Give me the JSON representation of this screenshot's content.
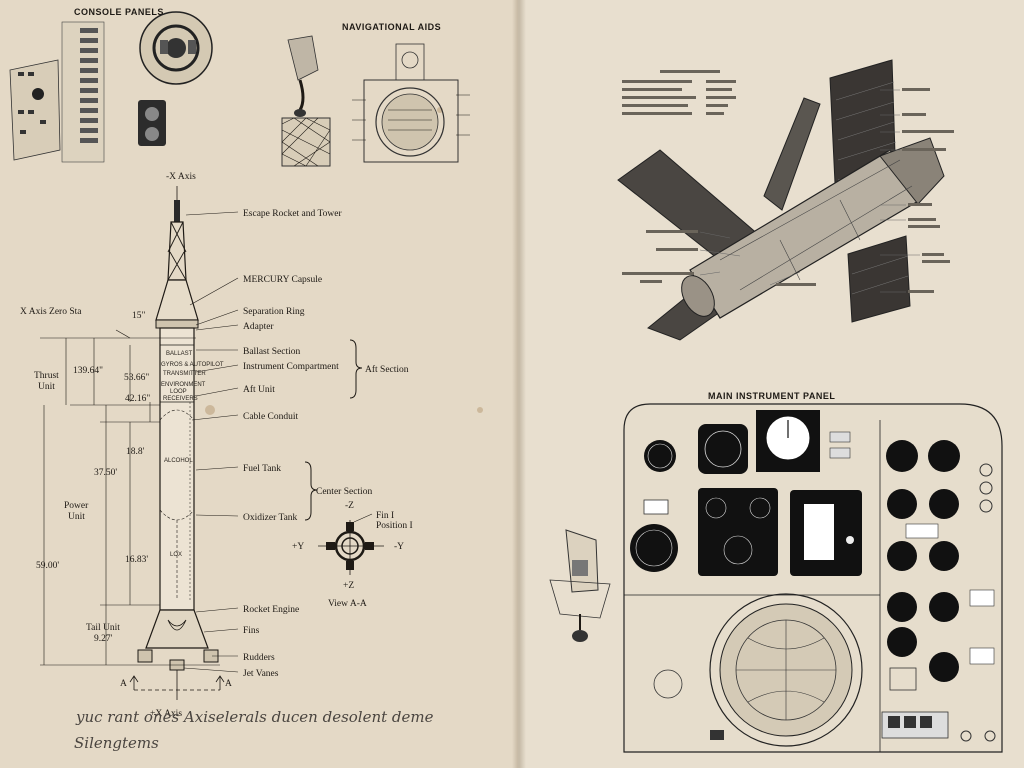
{
  "titles": {
    "console_panels": "CONSOLE PANELS",
    "navigational_aids": "NAVIGATIONAL AIDS",
    "main_instrument_panel": "MAIN INSTRUMENT PANEL"
  },
  "rocket": {
    "axis_top": "-X Axis",
    "axis_bottom": "+X Axis",
    "section_mark_left": "A",
    "section_mark_right": "A",
    "callouts": [
      "Escape Rocket and Tower",
      "MERCURY Capsule",
      "Separation Ring",
      "Adapter",
      "Ballast Section",
      "Instrument Compartment",
      "Aft Unit",
      "Cable Conduit",
      "Fuel Tank",
      "Oxidizer Tank",
      "Rocket Engine",
      "Fins",
      "Rudders",
      "Jet Vanes"
    ],
    "groups": {
      "aft_section": "Aft Section",
      "center_section": "Center Section"
    },
    "left_labels": {
      "x_axis_zero": "X Axis Zero Sta",
      "thrust_unit": [
        "Thrust",
        "Unit"
      ],
      "power_unit": [
        "Power",
        "Unit"
      ],
      "tail_unit": "Tail Unit"
    },
    "dimensions": {
      "d15": "15\"",
      "d139": "139.64\"",
      "d53": "53.66\"",
      "d42": "42.16\"",
      "d18": "18.8'",
      "d37": "37.50'",
      "d16": "16.83'",
      "d59": "59.00'",
      "d9": "9.27'"
    },
    "inner_labels": {
      "ballast": "BALLAST",
      "compartment": [
        "GYROS & AUTOPILOT",
        "TRANSMITTER",
        "ENVIRONMENT",
        "LOOP",
        "RECEIVERS"
      ],
      "alcohol": "ALCOHOL",
      "lox": "LOX"
    }
  },
  "view_aa": {
    "fin_label": [
      "Fin I",
      "Position I"
    ],
    "minus_z": "-Z",
    "plus_z": "+Z",
    "plus_y": "+Y",
    "minus_y": "-Y",
    "caption": "View A-A"
  },
  "handwriting": {
    "line1": "yuc rant ones Axiselerals ducen desolent deme",
    "line2": "Silengtems"
  },
  "colors": {
    "paper": "#e4d9c6",
    "ink": "#1e1a15",
    "stain": "#a07a4a"
  },
  "icons": {
    "station": "space-station-icon",
    "capsule": "capsule-console-icon",
    "instrument_panel": "instrument-panel-icon"
  }
}
